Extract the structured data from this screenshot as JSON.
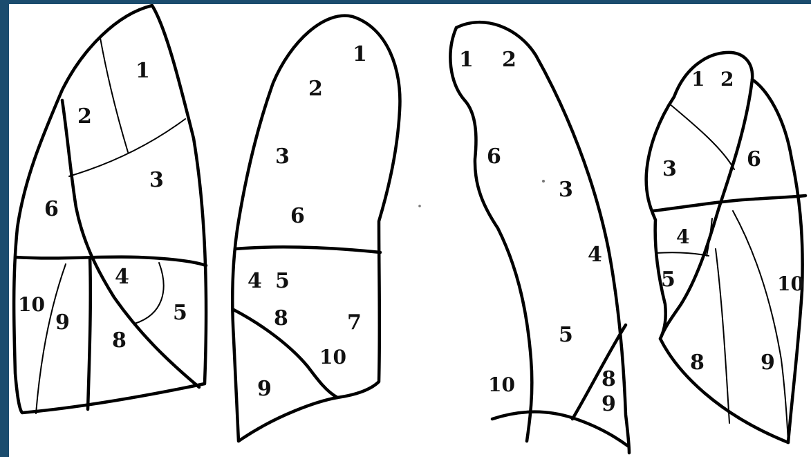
{
  "panels": [
    {
      "id": "panel-a",
      "segment_labels": [
        "1",
        "2",
        "3",
        "6",
        "4",
        "5",
        "10",
        "9",
        "8"
      ]
    },
    {
      "id": "panel-b",
      "segment_labels": [
        "1",
        "2",
        "3",
        "6",
        "4",
        "5",
        "8",
        "7",
        "10",
        "9"
      ]
    },
    {
      "id": "panel-c",
      "segment_labels": [
        "1",
        "2",
        "6",
        "3",
        "4",
        "5",
        "10",
        "8",
        "9"
      ]
    },
    {
      "id": "panel-d",
      "segment_labels": [
        "1",
        "2",
        "3",
        "6",
        "4",
        "5",
        "10",
        "8",
        "9"
      ]
    }
  ]
}
